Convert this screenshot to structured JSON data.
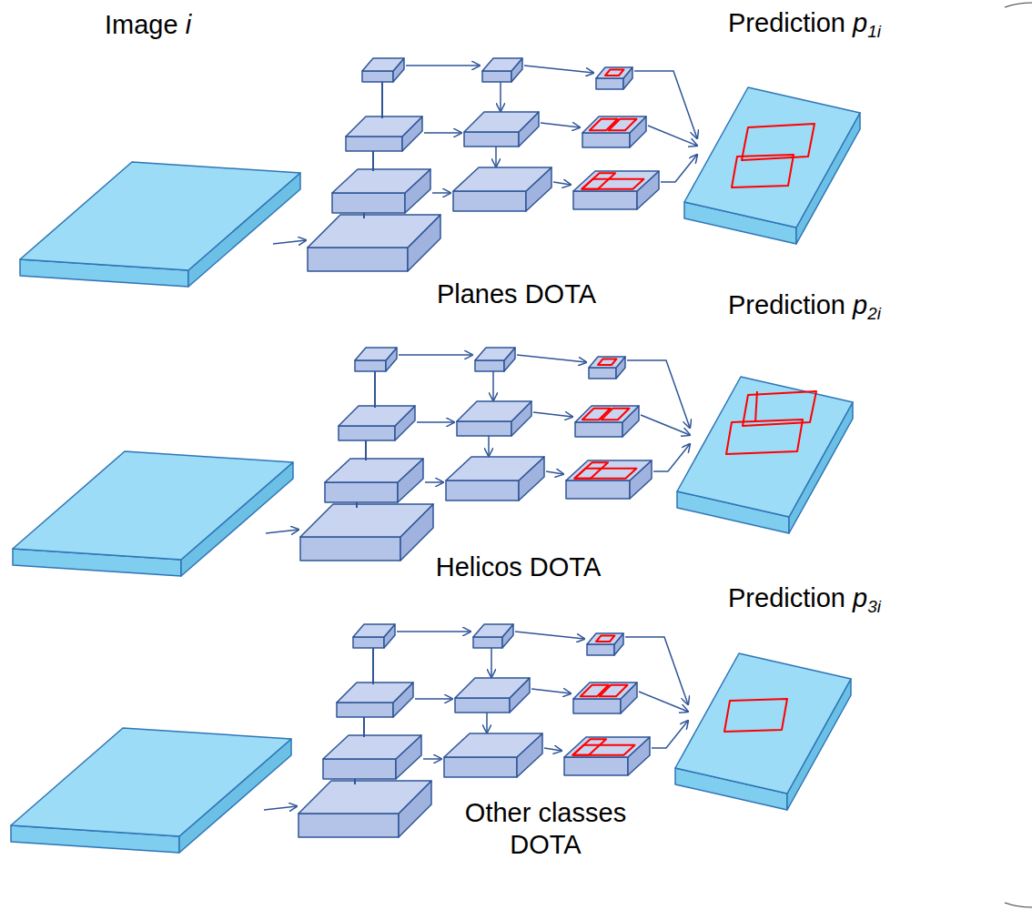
{
  "diagram": {
    "labels": [
      "Image i",
      "Prediction p1i",
      "Planes DOTA",
      "Prediction p2i",
      "Helicos DOTA",
      "Prediction p3i",
      "Other classes DOTA"
    ]
  }
}
